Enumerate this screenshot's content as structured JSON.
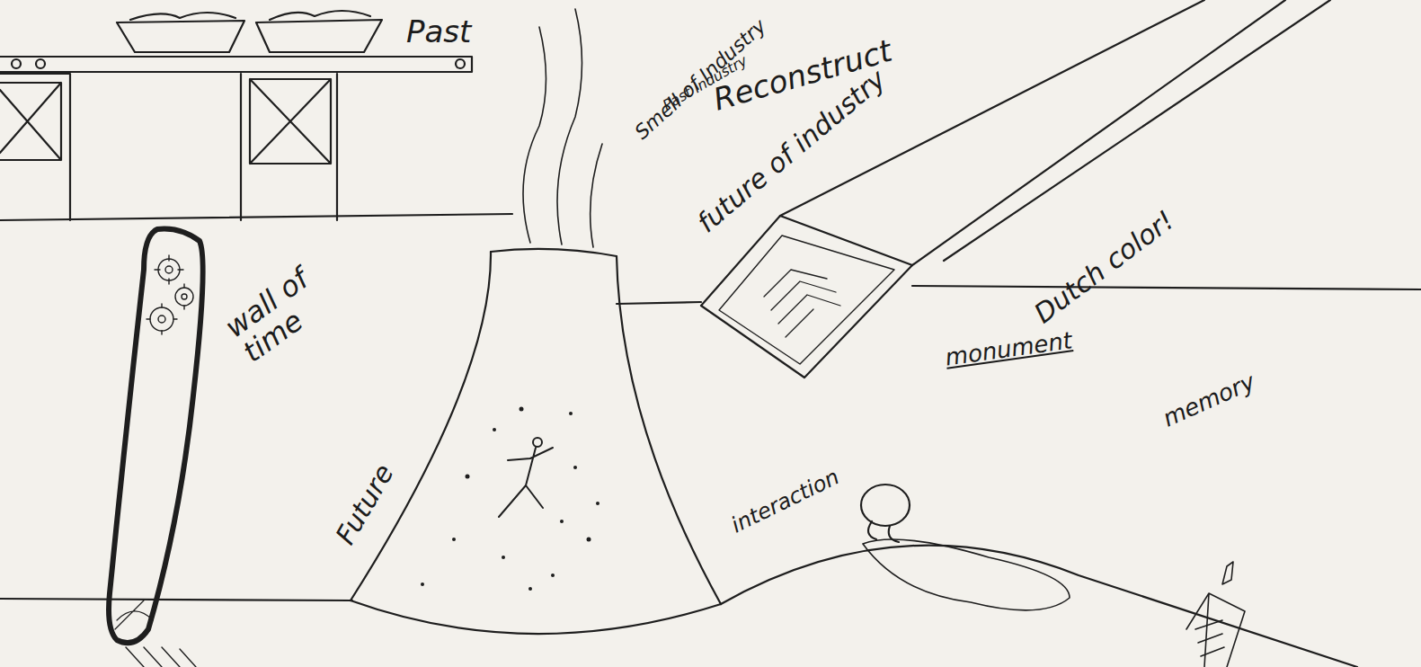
{
  "diagram": {
    "labels": [
      "Past",
      "Reconstruct",
      "Smell of Industry",
      "Past Industry",
      "future of industry",
      "Dutch color!",
      "wall of time",
      "Future",
      "monument",
      "memory",
      "interaction"
    ]
  }
}
